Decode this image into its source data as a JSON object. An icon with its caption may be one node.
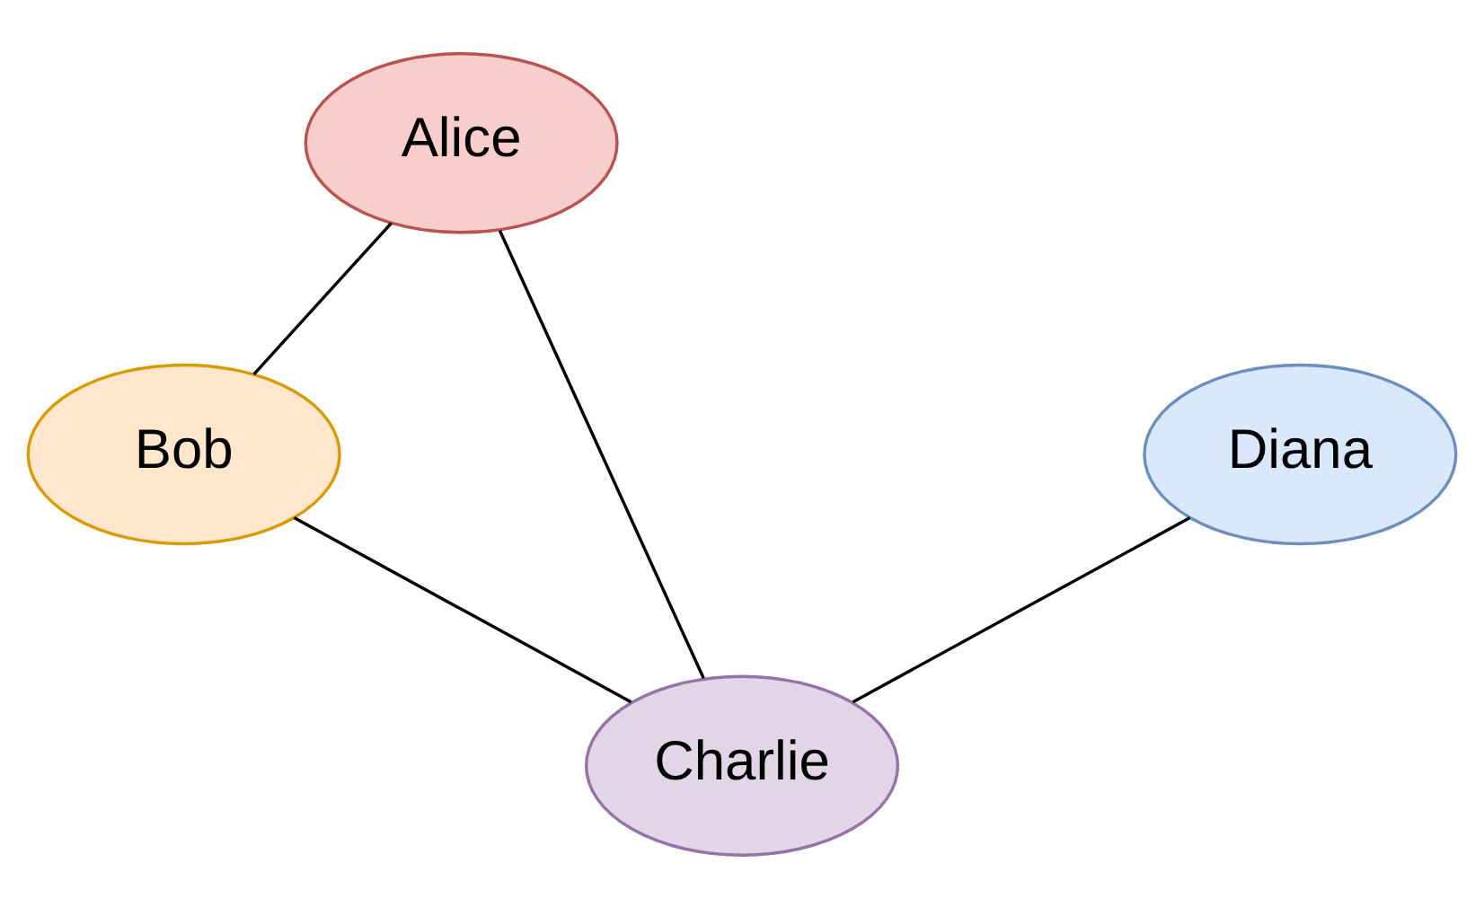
{
  "diagram": {
    "nodes": [
      {
        "text": [
          "Alice"
        ]
      },
      {
        "text": [
          "Bob"
        ]
      },
      {
        "text": [
          "Diana"
        ]
      },
      {
        "text": [
          "Charlie"
        ]
      }
    ],
    "edges": [
      {
        "from": 0,
        "to": 1,
        "arrow": "none"
      },
      {
        "from": 0,
        "to": 3,
        "arrow": "none"
      },
      {
        "from": 1,
        "to": 3,
        "arrow": "none"
      },
      {
        "from": 2,
        "to": 3,
        "arrow": "none"
      }
    ]
  }
}
